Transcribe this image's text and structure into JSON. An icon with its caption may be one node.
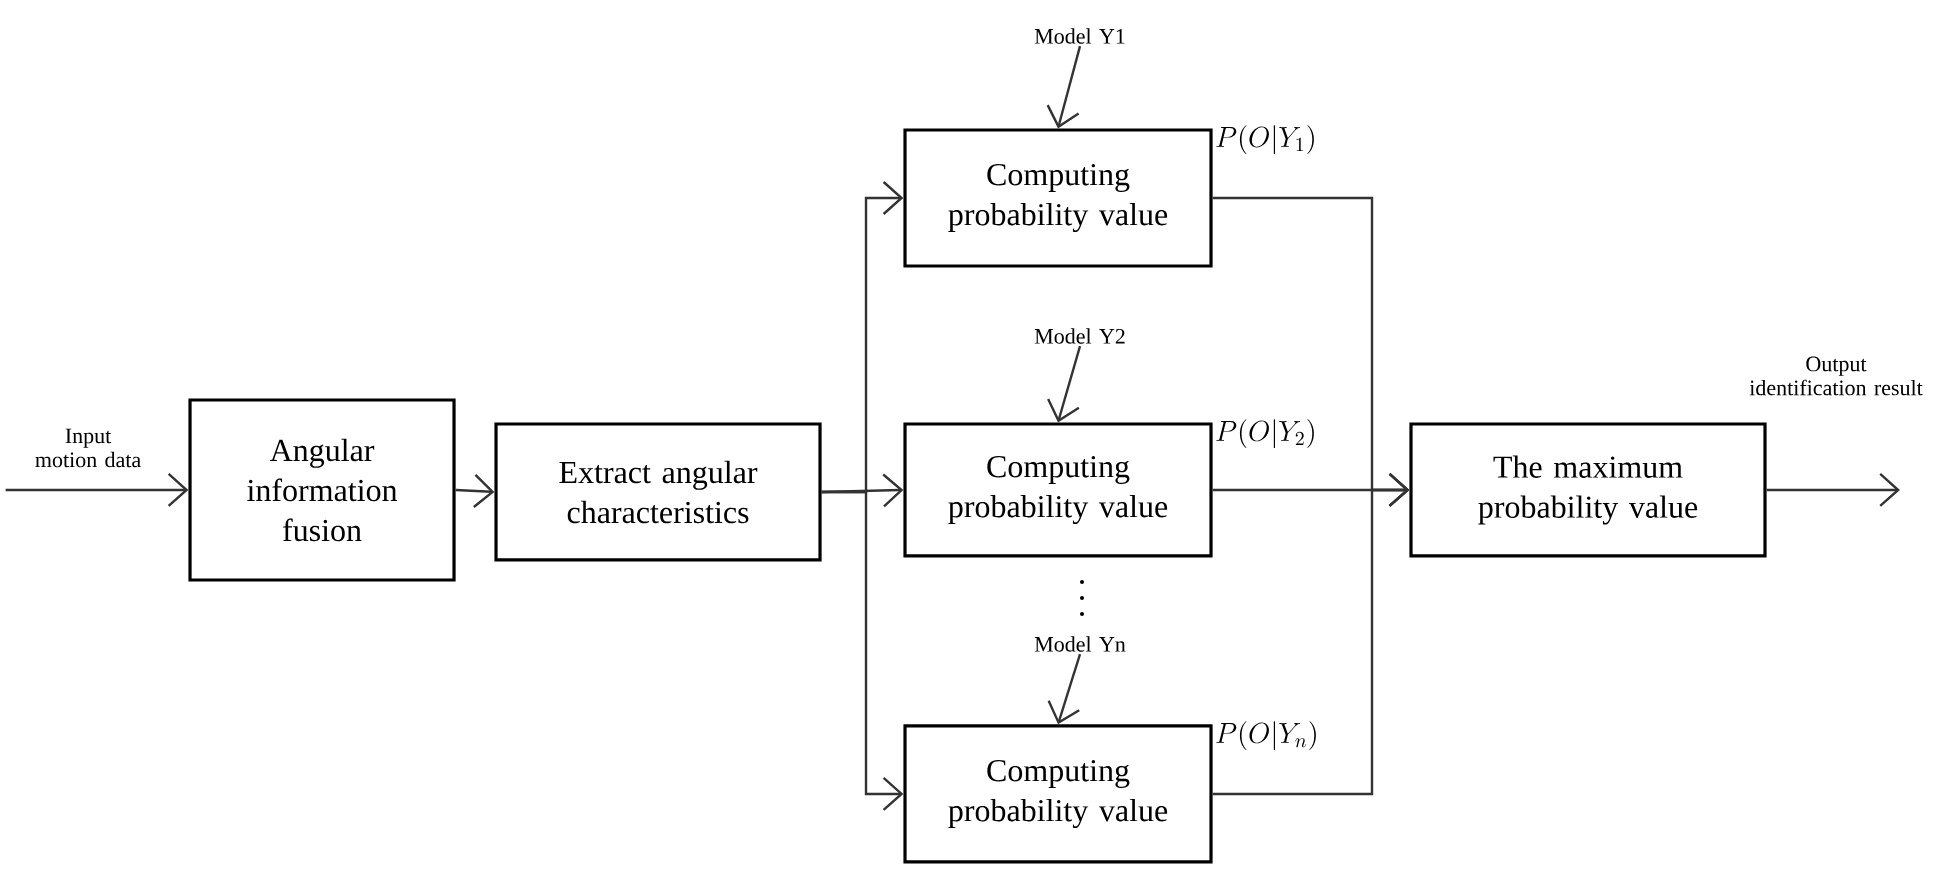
{
  "diagram": {
    "nodes": [
      {
        "text": [
          "Input motion data"
        ]
      },
      {
        "text": [
          "Angular information fusion"
        ]
      },
      {
        "text": [
          "Extract angular characteristics"
        ]
      },
      {
        "text": [
          "Model Y1"
        ]
      },
      {
        "text": [
          "Computing probability value"
        ]
      },
      {
        "text": [
          "Model Y2"
        ]
      },
      {
        "text": [
          "Computing probability value"
        ]
      },
      {
        "text": [
          "Model Yn"
        ]
      },
      {
        "text": [
          "Computing probability value"
        ]
      },
      {
        "text": [
          "The maximum probability value"
        ]
      },
      {
        "text": [
          "Output identification result"
        ]
      }
    ],
    "edges": [
      {
        "from": 0,
        "to": 1,
        "arrow": "to"
      },
      {
        "from": 1,
        "to": 2,
        "arrow": "to"
      },
      {
        "from": 2,
        "to": 4,
        "arrow": "to"
      },
      {
        "from": 2,
        "to": 6,
        "arrow": "to"
      },
      {
        "from": 2,
        "to": 8,
        "arrow": "to"
      },
      {
        "from": 3,
        "to": 4,
        "arrow": "to"
      },
      {
        "from": 5,
        "to": 6,
        "arrow": "to"
      },
      {
        "from": 7,
        "to": 8,
        "arrow": "to"
      },
      {
        "from": 4,
        "to": 9,
        "arrow": "to",
        "label": "P(O|Y_1)"
      },
      {
        "from": 6,
        "to": 9,
        "arrow": "to",
        "label": "P(O|Y_2)"
      },
      {
        "from": 8,
        "to": 9,
        "arrow": "to",
        "label": "P(O|Y_n)"
      },
      {
        "from": 9,
        "to": 10,
        "arrow": "to"
      }
    ]
  }
}
